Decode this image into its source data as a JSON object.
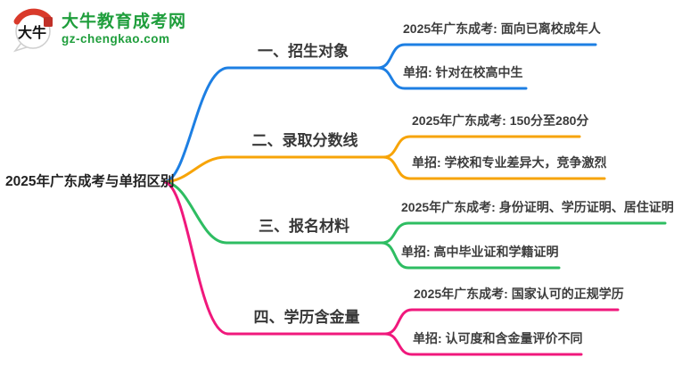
{
  "logo": {
    "title": "大牛教育成考网",
    "subtitle": "gz-chengkao.com",
    "icon_text": "大牛",
    "brand_color": "#1f9e3c",
    "icon_red": "#d93a2b"
  },
  "root": {
    "label": "2025年广东成考与单招区别"
  },
  "branches": [
    {
      "label": "一、招生对象",
      "color": "#1d7fe3",
      "children": [
        {
          "label": "2025年广东成考: 面向已离校成年人"
        },
        {
          "label": "单招: 针对在校高中生"
        }
      ]
    },
    {
      "label": "二、录取分数线",
      "color": "#f7a408",
      "children": [
        {
          "label": "2025年广东成考: 150分至280分"
        },
        {
          "label": "单招: 学校和专业差异大，竞争激烈"
        }
      ]
    },
    {
      "label": "三、报名材料",
      "color": "#2ebd62",
      "children": [
        {
          "label": "2025年广东成考: 身份证明、学历证明、居住证明"
        },
        {
          "label": "单招: 高中毕业证和学籍证明"
        }
      ]
    },
    {
      "label": "四、学历含金量",
      "color": "#f0187c",
      "children": [
        {
          "label": "2025年广东成考: 国家认可的正规学历"
        },
        {
          "label": "单招: 认可度和含金量评价不同"
        }
      ]
    }
  ]
}
